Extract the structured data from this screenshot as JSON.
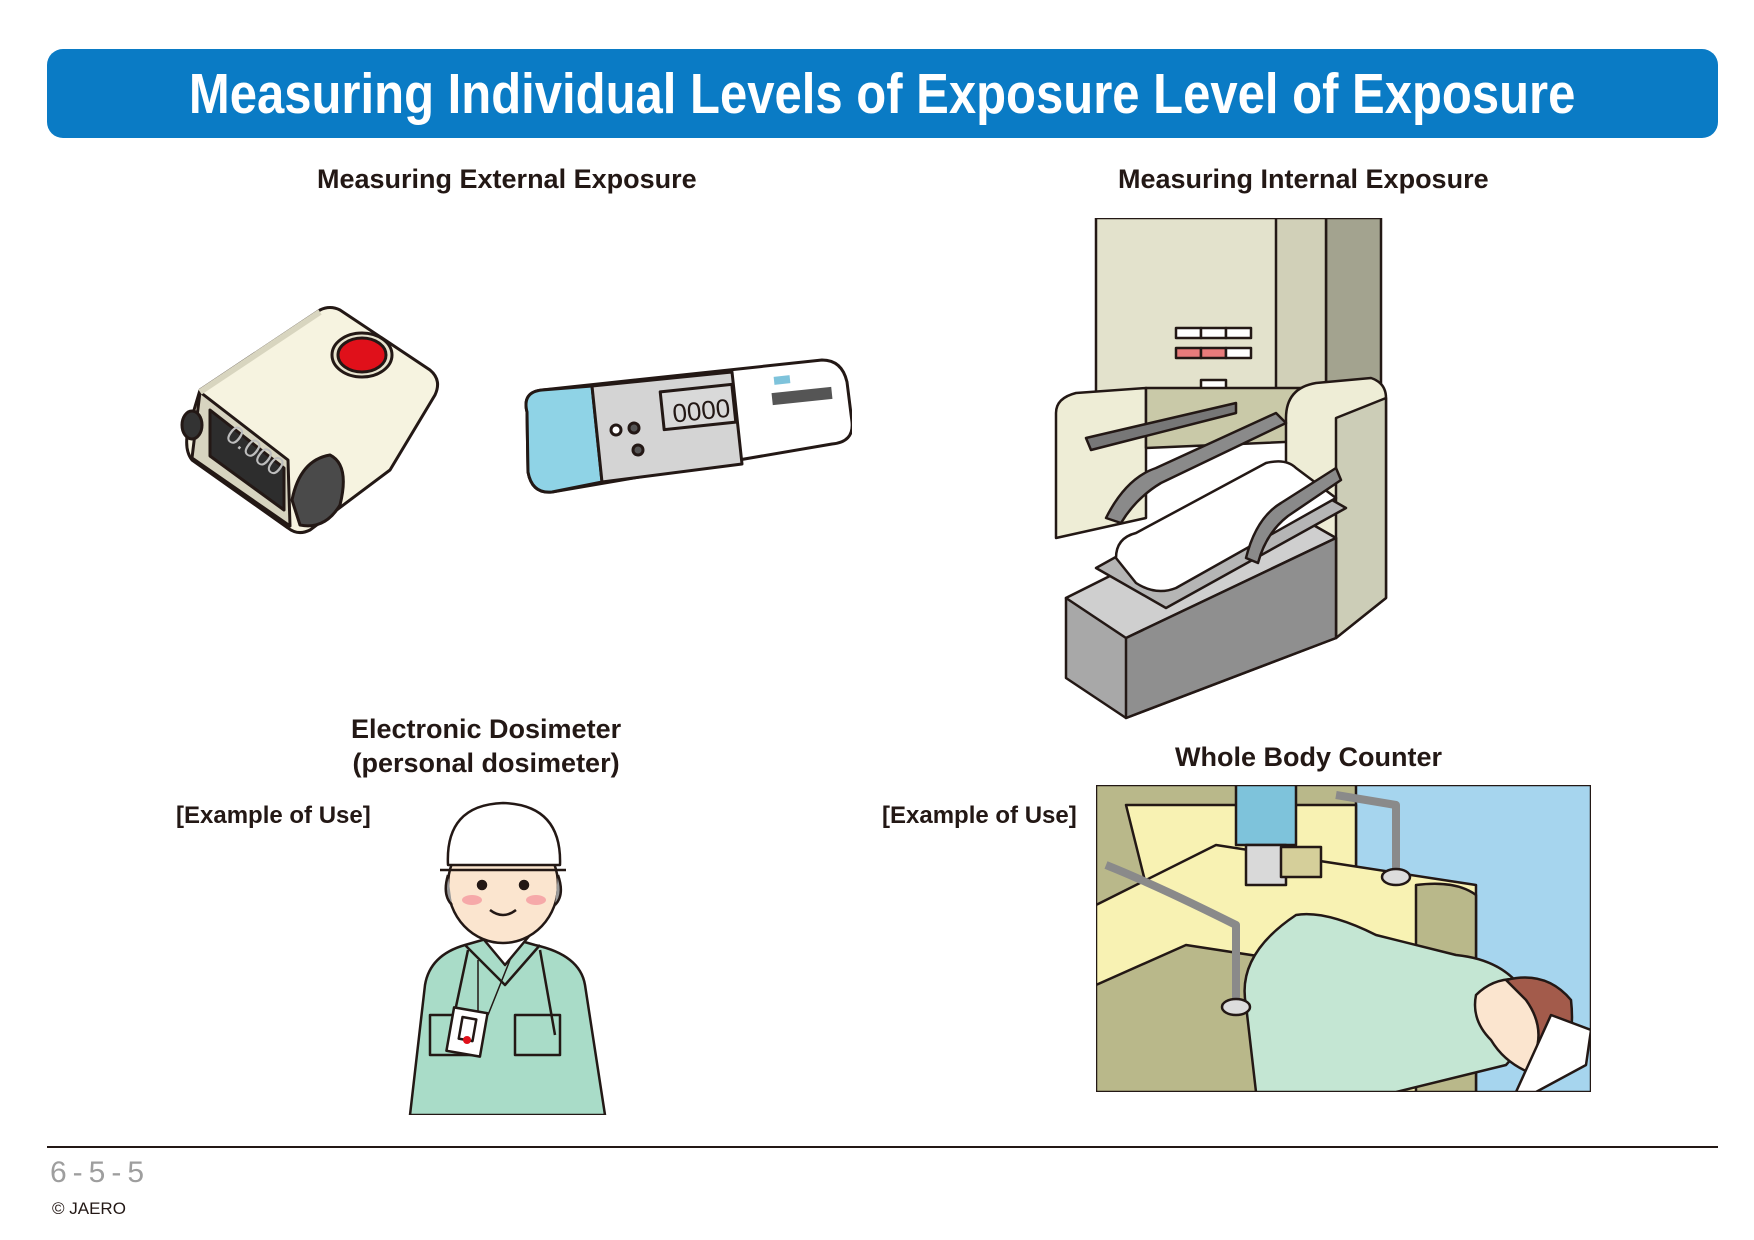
{
  "title": "Measuring Individual Levels of Exposure Level of Exposure",
  "sections": {
    "external": {
      "heading": "Measuring External Exposure",
      "device_label": "Electronic Dosimeter\n(personal dosimeter)",
      "example_label": "[Example of Use]",
      "pocket_display": "0.000",
      "pen_display": "0000"
    },
    "internal": {
      "heading": "Measuring Internal Exposure",
      "device_label": "Whole Body Counter",
      "example_label": "[Example of Use]"
    }
  },
  "footer": {
    "page_number": "6-5-5",
    "copyright": "© JAERO"
  },
  "colors": {
    "banner": "#0a7bc5",
    "device_body": "#f6f3e0",
    "red_button": "#e0101a",
    "pen_cap": "#8fd3e6",
    "uniform": "#a9dcc8",
    "counter_yellow": "#f8f2b3",
    "counter_olive": "#b9b88a",
    "wall_blue": "#a6d5ee",
    "hair": "#a35b4b"
  }
}
